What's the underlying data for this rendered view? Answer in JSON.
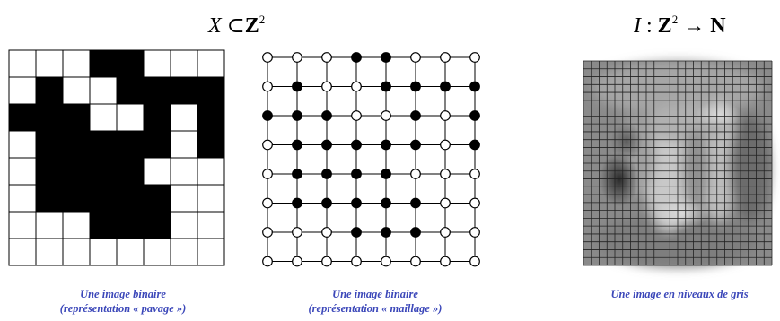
{
  "formula_left": {
    "var": "X",
    "op": "⊂",
    "set": "Z",
    "exp": "2"
  },
  "formula_right": {
    "var": "I",
    "colon": ":",
    "set": "Z",
    "exp": "2",
    "arrow": "→",
    "codomain": "N"
  },
  "binary_image": [
    [
      0,
      0,
      0,
      1,
      1,
      0,
      0,
      0
    ],
    [
      0,
      1,
      0,
      0,
      1,
      1,
      1,
      1
    ],
    [
      1,
      1,
      1,
      0,
      0,
      1,
      0,
      1
    ],
    [
      0,
      1,
      1,
      1,
      1,
      1,
      0,
      1
    ],
    [
      0,
      1,
      1,
      1,
      1,
      0,
      0,
      0
    ],
    [
      0,
      1,
      1,
      1,
      1,
      1,
      0,
      0
    ],
    [
      0,
      0,
      0,
      1,
      1,
      1,
      0,
      0
    ],
    [
      0,
      0,
      0,
      0,
      0,
      0,
      0,
      0
    ]
  ],
  "captions": {
    "tiling": {
      "line1": "Une image binaire",
      "line2": "(représentation « pavage »)"
    },
    "mesh": {
      "line1": "Une image binaire",
      "line2": "(représentation « maillage »)"
    },
    "gray": {
      "line1": "Une image en niveaux de gris"
    }
  },
  "colors": {
    "caption": "#3b47b9",
    "foreground": "#000000",
    "background": "#ffffff"
  }
}
